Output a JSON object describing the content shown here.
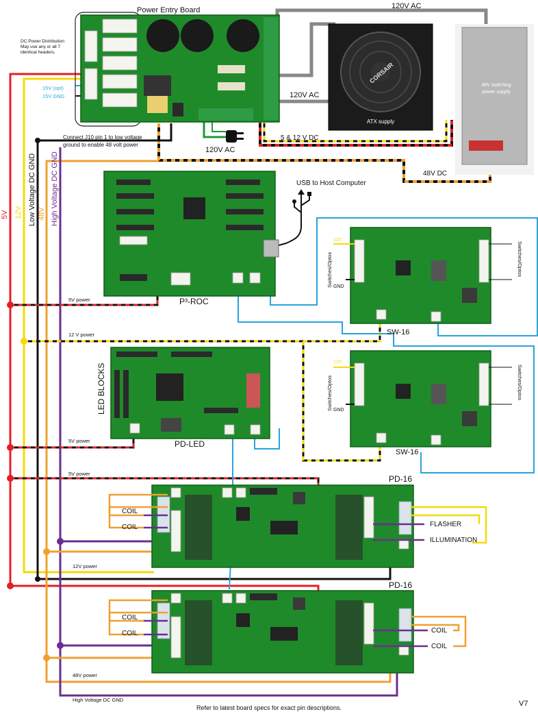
{
  "version": "V7",
  "footer_note": "Refer to latest board specs for exact pin descriptions.",
  "power_entry": {
    "title": "Power Entry Board",
    "dc_distribution_note": [
      "DC Power Distribution",
      "May use any or all 7",
      "identical headers."
    ],
    "j10_note": [
      "Connect J10 pin 1 to low voltage",
      "ground to enable 48 volt power"
    ],
    "label_15v_opt": "15V (opt)",
    "label_15v_gnd": "15V GND"
  },
  "supplies": {
    "atx_label": "ATX supply",
    "atx_brand": "CORSAIR",
    "psu48_label": [
      "48V switching",
      "power supply"
    ]
  },
  "wire_labels": {
    "ac_top": "120V AC",
    "ac_atx": "120V AC",
    "ac_plug": "120V AC",
    "dc_5_12": "5 & 12 V DC",
    "dc_48": "48V DC",
    "usb": "USB to Host Computer"
  },
  "rails": {
    "v5": "5V",
    "v12": "12V",
    "lv_gnd": "Low Voltage DC GND",
    "v48": "48V",
    "hv_gnd": "High Voltage DC GND"
  },
  "boards": {
    "proc": "P³-ROC",
    "sw16_a": "SW-16",
    "sw16_b": "SW-16",
    "pdled": "PD-LED",
    "led_blocks": "LED BLOCKS",
    "pd16_a": "PD-16",
    "pd16_b": "PD-16"
  },
  "power_labels": {
    "proc_5v": "5V power",
    "v12": "12 V power",
    "pdled_5v": "5V power",
    "pd16_5v": "5V power",
    "pd16_12v": "12V power",
    "pd16_48v": "48V power",
    "hv_gnd_bottom": "High Voltage DC GND"
  },
  "sw16_side": {
    "left": "Switches/Optos",
    "right": "Switches/Optos",
    "v12": "12V",
    "gnd": "GND"
  },
  "pd16_a_labels": {
    "coil1": "COIL",
    "coil2": "COIL",
    "flasher": "FLASHER",
    "illumination": "ILLUMINATION"
  },
  "pd16_b_labels": {
    "coil1": "COIL",
    "coil2": "COIL",
    "coil3": "COIL",
    "coil4": "COIL"
  },
  "colors": {
    "red_5v": "#e41f26",
    "yellow_12v": "#f5d90a",
    "black_gnd": "#111111",
    "orange_48v": "#f0a030",
    "purple_hvgnd": "#6b2d8f",
    "blue_serial": "#29a3dd",
    "gray_ac": "#888888",
    "green_ac": "#1a9a3a",
    "pcb": "#1f8a2a"
  }
}
